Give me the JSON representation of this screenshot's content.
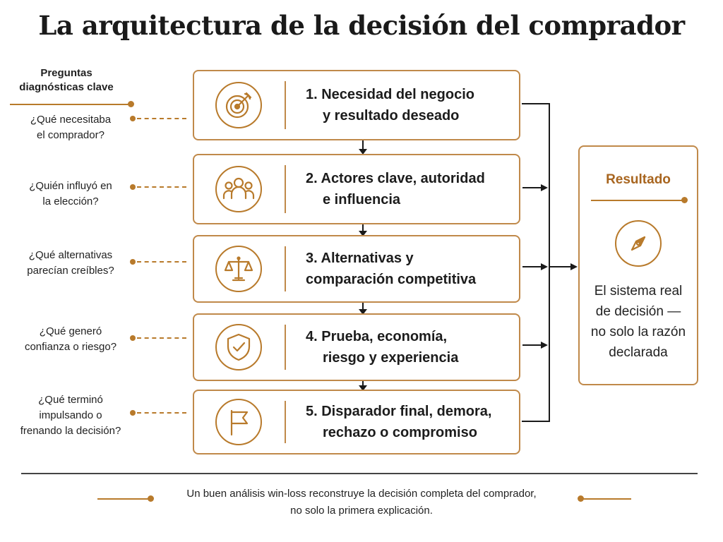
{
  "title": "La arquitectura de la decisión del comprador",
  "left_heading": {
    "line1": "Preguntas",
    "line2": "diagnósticas clave"
  },
  "questions": [
    {
      "line1": "¿Qué necesitaba",
      "line2": "el comprador?",
      "line3": ""
    },
    {
      "line1": "¿Quién influyó en",
      "line2": "la elección?",
      "line3": ""
    },
    {
      "line1": "¿Qué alternativas",
      "line2": "parecían creíbles?",
      "line3": ""
    },
    {
      "line1": "¿Qué generó",
      "line2": "confianza o riesgo?",
      "line3": ""
    },
    {
      "line1": "¿Qué terminó",
      "line2": "impulsando o",
      "line3": "frenando la decisión?"
    }
  ],
  "steps": [
    {
      "line1": "1. Necesidad del negocio",
      "line2": "y resultado deseado",
      "icon": "target-icon"
    },
    {
      "line1": "2. Actores clave, autoridad",
      "line2": "e influencia",
      "icon": "people-icon"
    },
    {
      "line1": "3. Alternativas y",
      "line2": "comparación competitiva",
      "icon": "scales-icon"
    },
    {
      "line1": "4. Prueba, economía,",
      "line2": "riesgo y experiencia",
      "icon": "shield-check-icon"
    },
    {
      "line1": "5. Disparador final, demora,",
      "line2": "rechazo o compromiso",
      "icon": "flag-icon"
    }
  ],
  "result": {
    "title": "Resultado",
    "icon": "compass-icon",
    "line1": "El sistema real",
    "line2": "de decisión —",
    "line3": "no solo la razón",
    "line4": "declarada"
  },
  "footer": {
    "line1": "Un buen análisis win-loss reconstruye la decisión completa del comprador,",
    "line2": "no solo la primera explicación."
  },
  "colors": {
    "accent": "#b87a2b",
    "accent_text": "#a8651f",
    "text": "#222222",
    "arrow": "#1a1a1a"
  }
}
